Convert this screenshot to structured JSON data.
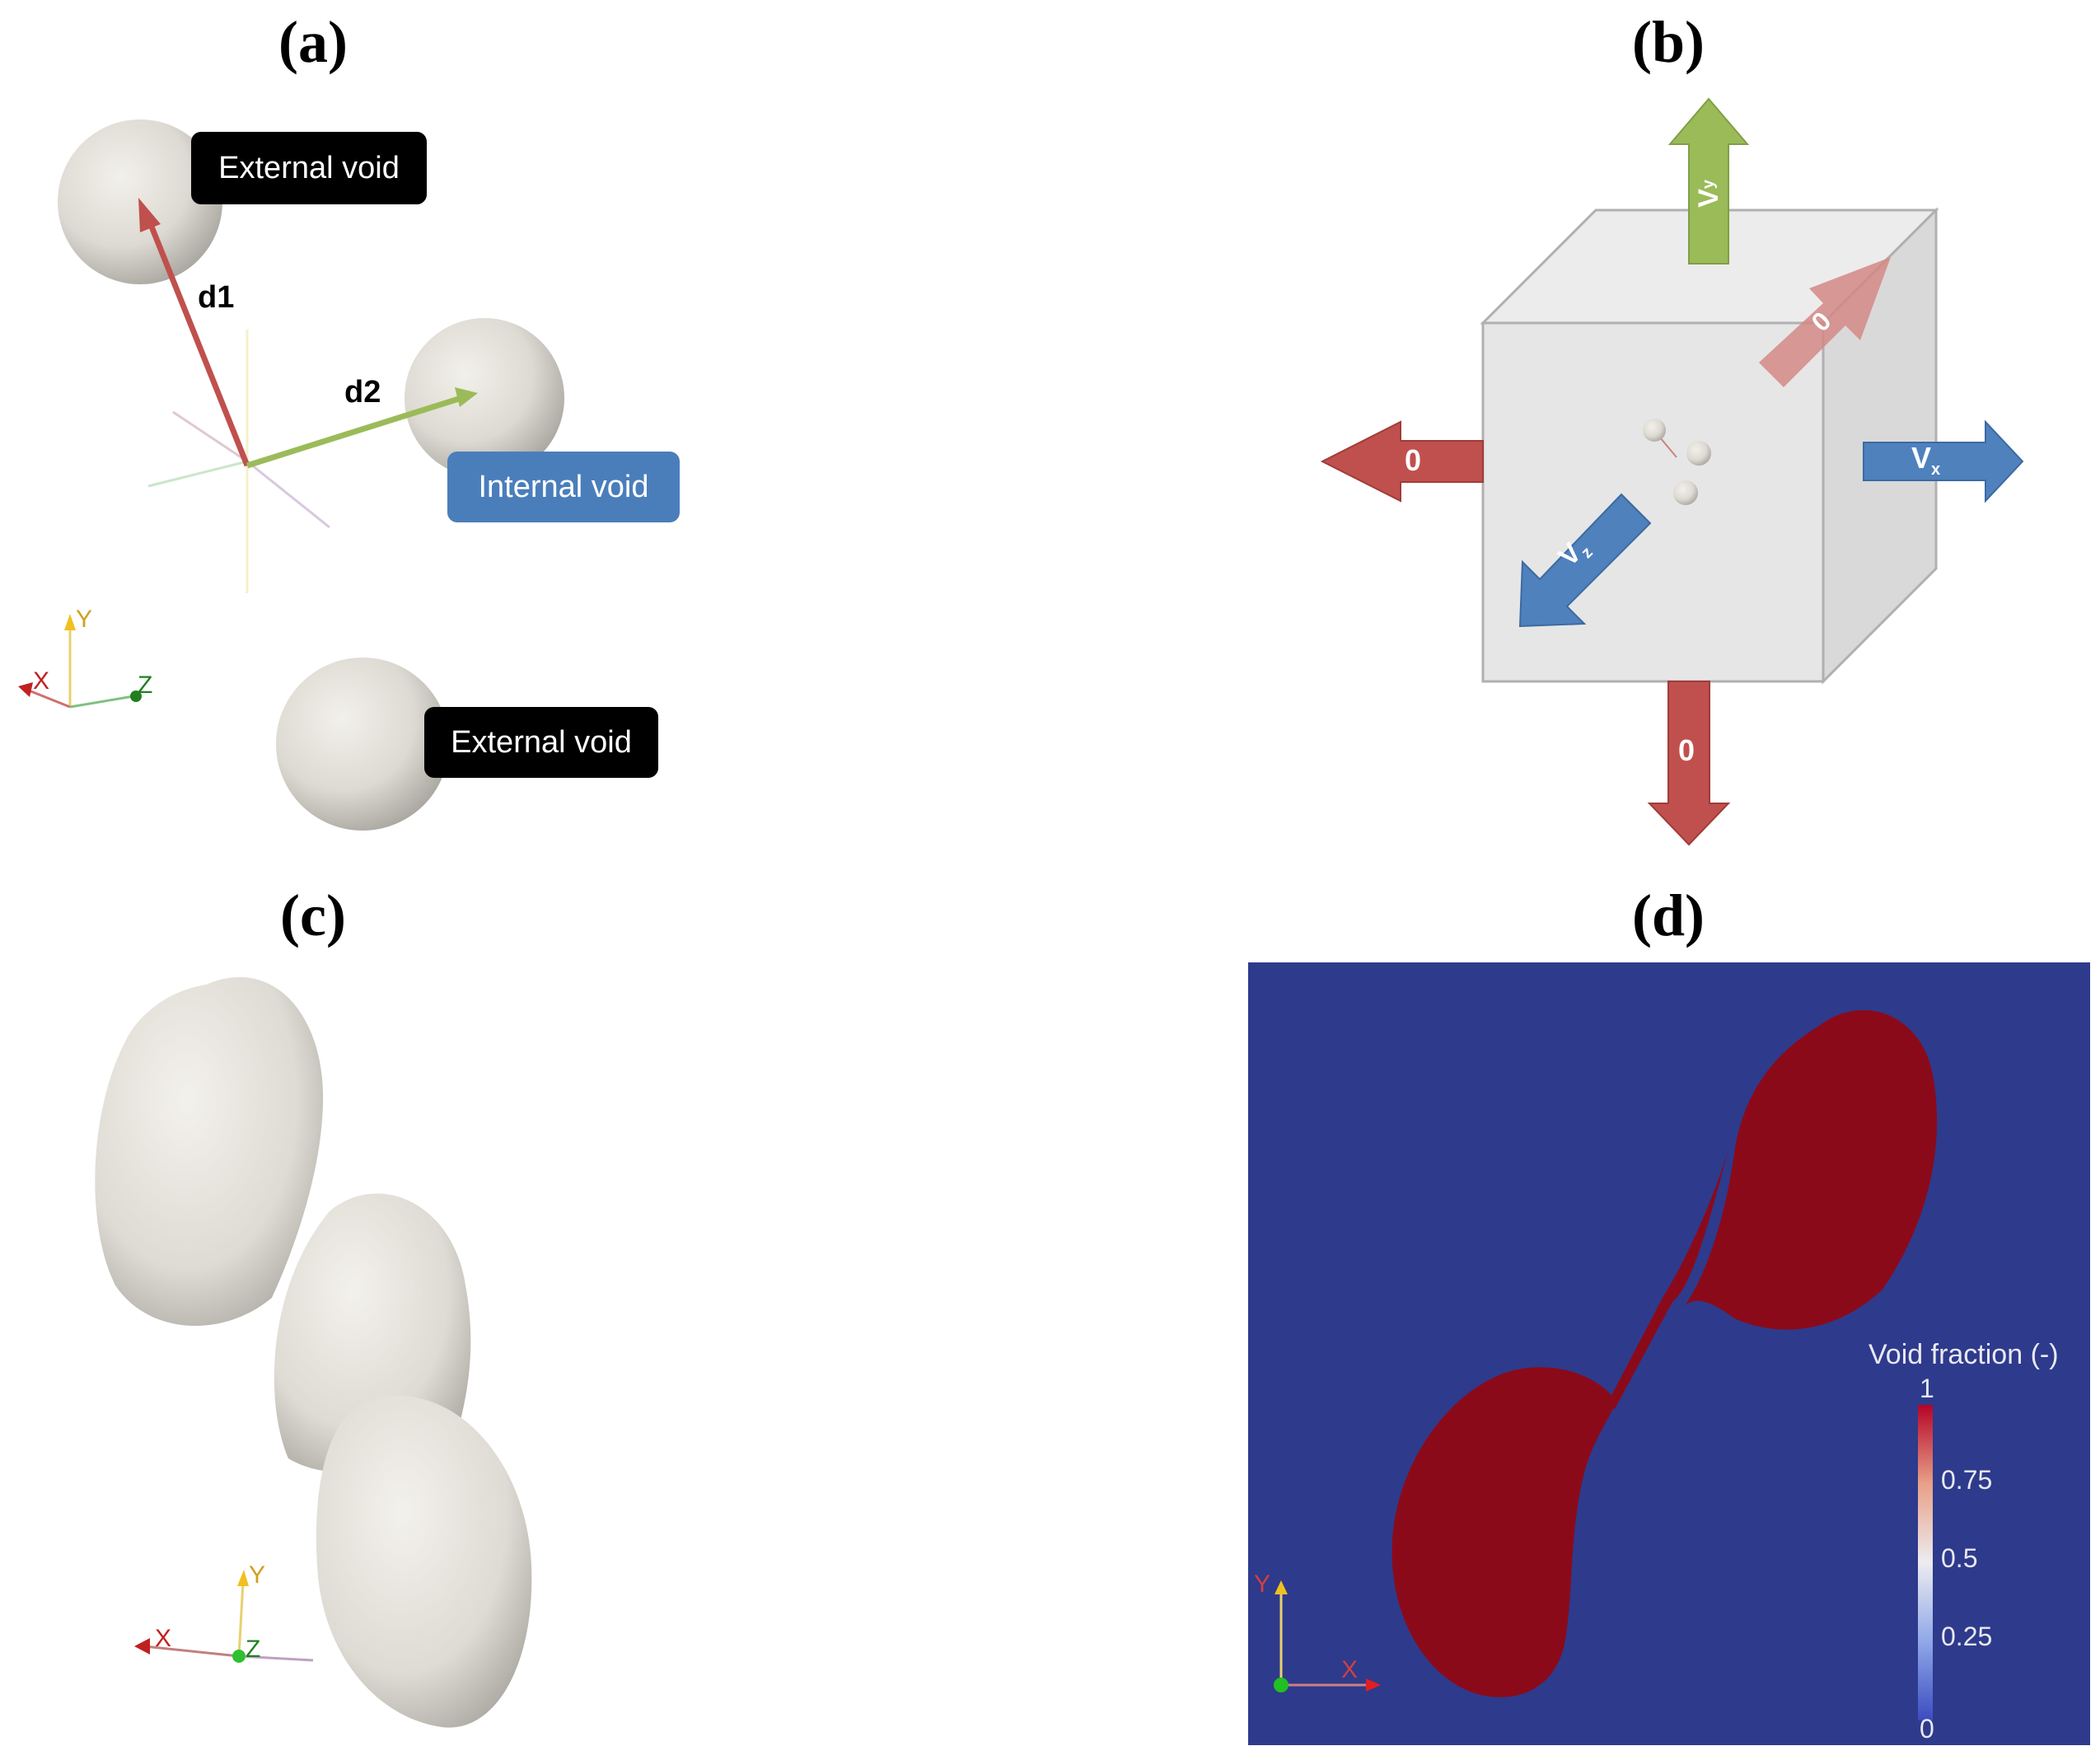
{
  "panels": {
    "a": {
      "label": "(a)",
      "tag_external_top": "External void",
      "tag_internal": "Internal void",
      "tag_external_bottom": "External void",
      "d1": "d1",
      "d2": "d2",
      "axes": {
        "y": "Y",
        "x": "X",
        "z": "Z"
      }
    },
    "b": {
      "label": "(b)",
      "arrow_up": "V",
      "arrow_up_sub": "y",
      "arrow_right": "V",
      "arrow_right_sub": "x",
      "arrow_front": "V",
      "arrow_front_sub": "z",
      "arrow_left": "0",
      "arrow_down": "0",
      "arrow_back": "0"
    },
    "c": {
      "label": "(c)",
      "axes": {
        "y": "Y",
        "x": "X",
        "z": "Z"
      }
    },
    "d": {
      "label": "(d)",
      "colorbar_title": "Void fraction (-)",
      "colorbar_ticks": [
        "1",
        "0.75",
        "0.5",
        "0.25",
        "0"
      ],
      "axes": {
        "y": "Y",
        "x": "X"
      }
    }
  },
  "colors": {
    "red_arrow": "#c0504d",
    "green_arrow": "#9bbb59",
    "blue_arrow": "#4f81bd",
    "field_background": "#2e3a8c",
    "void_red": "#8b0a1a"
  }
}
